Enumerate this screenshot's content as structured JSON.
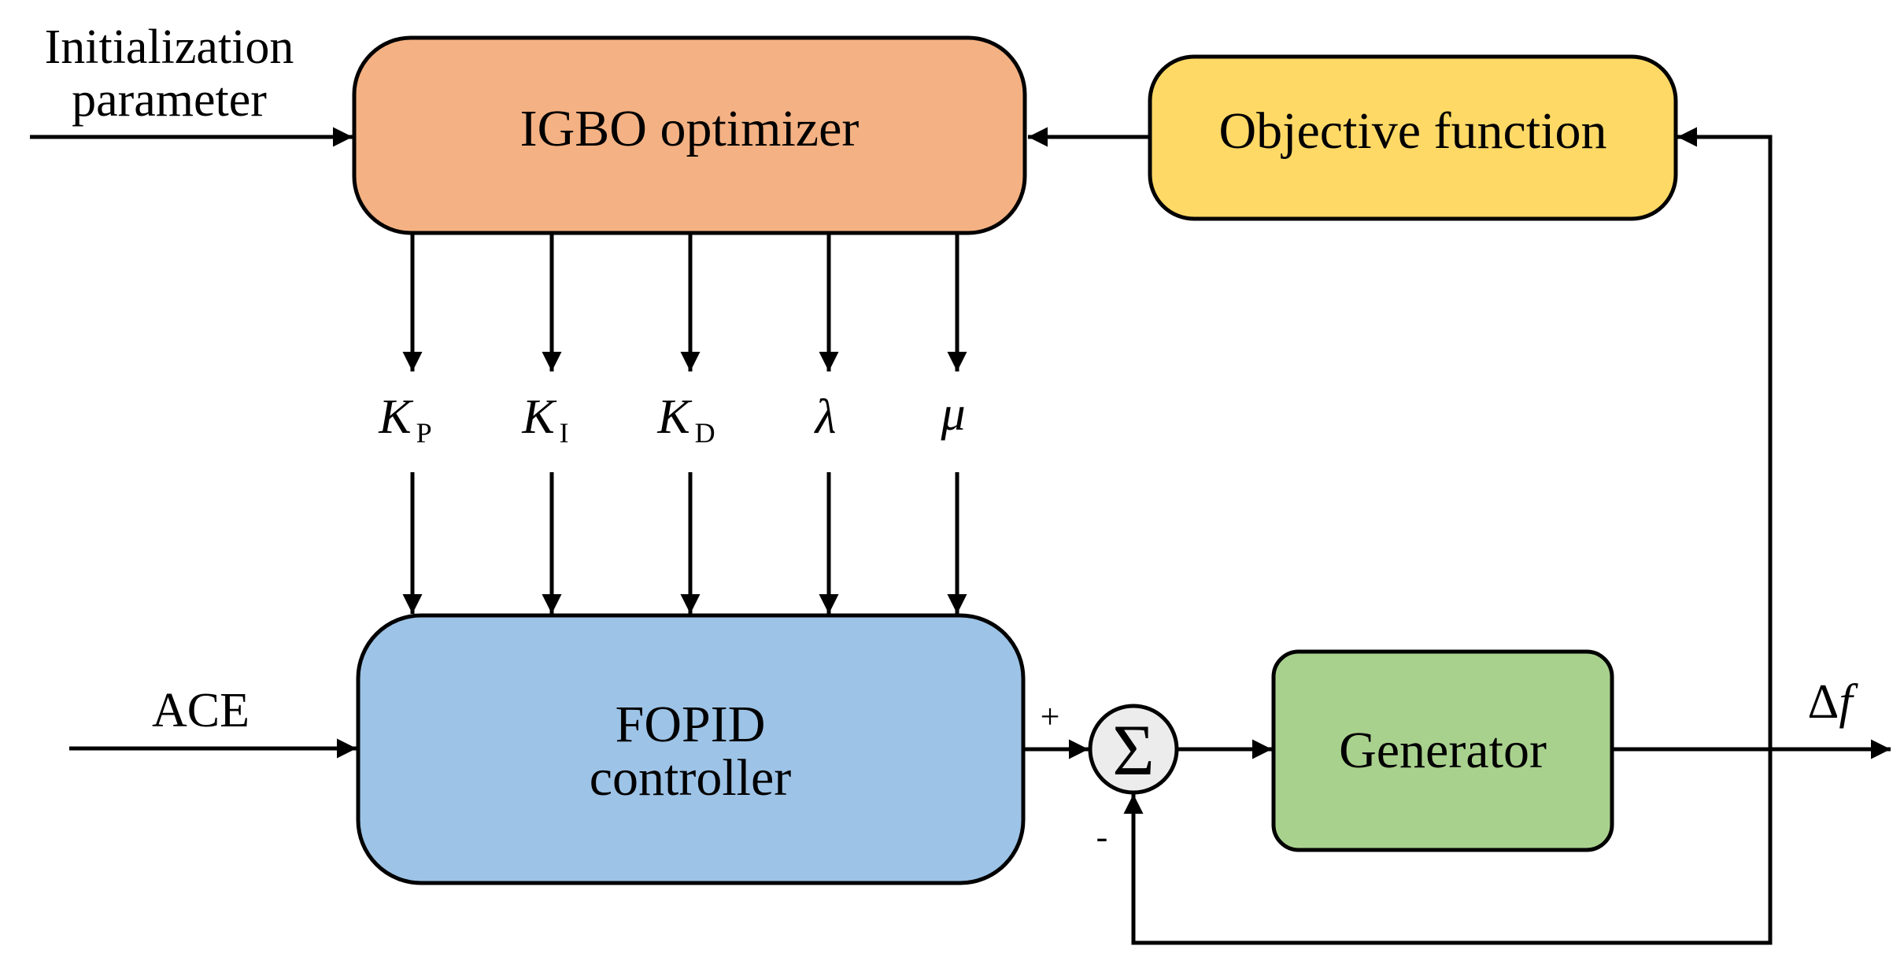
{
  "blocks": {
    "optimizer": "IGBO optimizer",
    "objective": "Objective function",
    "controller_line1": "FOPID",
    "controller_line2": "controller",
    "generator": "Generator"
  },
  "inputs": {
    "init_line1": "Initialization",
    "init_line2": "parameter",
    "ace": "ACE"
  },
  "parameters": [
    {
      "main": "K",
      "sub": "P"
    },
    {
      "main": "K",
      "sub": "I"
    },
    {
      "main": "K",
      "sub": "D"
    },
    {
      "main": "λ",
      "sub": ""
    },
    {
      "main": "μ",
      "sub": ""
    }
  ],
  "summing_junction": {
    "symbol": "Σ",
    "plus": "+",
    "minus": "-"
  },
  "output": {
    "delta": "Δ",
    "variable": "f"
  },
  "colors": {
    "optimizer": "#f4b183",
    "objective": "#ffd966",
    "controller": "#9dc3e6",
    "generator": "#a9d18e",
    "junction": "#ececec",
    "stroke": "#000000"
  }
}
